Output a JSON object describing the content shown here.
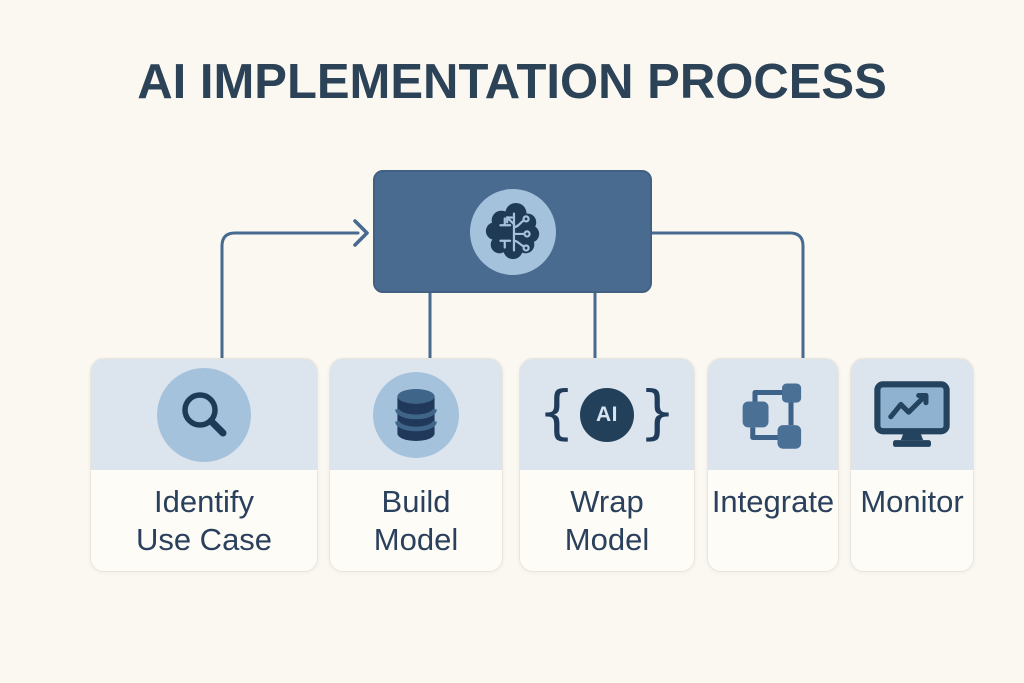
{
  "title": "AI IMPLEMENTATION PROCESS",
  "central_node": {
    "icon": "ai-brain-circuit-icon"
  },
  "steps": [
    {
      "label_line1": "Identify",
      "label_line2": "Use Case",
      "icon": "magnifier-icon"
    },
    {
      "label_line1": "Build",
      "label_line2": "Model",
      "icon": "database-icon"
    },
    {
      "label_line1": "Wrap",
      "label_line2": "Model",
      "icon": "ai-braces-icon",
      "icon_text": "AI"
    },
    {
      "label_line1": "Integrate",
      "label_line2": "",
      "icon": "integration-nodes-icon"
    },
    {
      "label_line1": "Monitor",
      "label_line2": "",
      "icon": "monitor-chart-icon"
    }
  ],
  "colors": {
    "bg": "#fbf8f1",
    "title": "#2c4257",
    "text": "#2b405c",
    "box_fill": "#4a6b90",
    "box_border": "#426084",
    "connector": "#476a90",
    "card_top": "#dce5ee",
    "card_bottom": "#fdfcf7",
    "icon_light": "#a5c2dd",
    "icon_dark": "#203c5a",
    "icon_mid": "#4a7096",
    "icon_mid_dark": "#3e638a",
    "ai_circle": "#224059",
    "ai_text": "#d5e4f0",
    "screen_fill": "#8fb2d0"
  }
}
